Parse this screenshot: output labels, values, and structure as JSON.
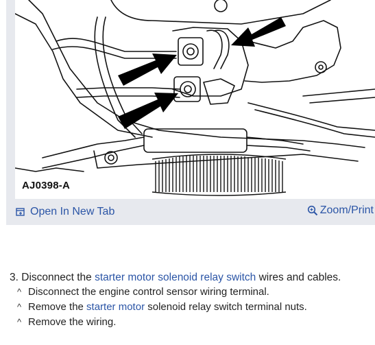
{
  "figure": {
    "code": "AJ0398-A",
    "open_in_new_tab": "Open In New Tab",
    "zoom_print": "Zoom/Print",
    "link_color": "#2b55a6",
    "panel_color": "#e7e9ee"
  },
  "steps": {
    "number": "3.",
    "pre": "Disconnect the",
    "link": "starter motor solenoid relay switch",
    "post": "wires and cables.",
    "bullet": "^",
    "sub1": "Disconnect the engine control sensor wiring terminal.",
    "sub2_pre": "Remove the",
    "sub2_link": "starter motor",
    "sub2_post": "solenoid relay switch terminal nuts.",
    "sub3": "Remove the wiring."
  }
}
